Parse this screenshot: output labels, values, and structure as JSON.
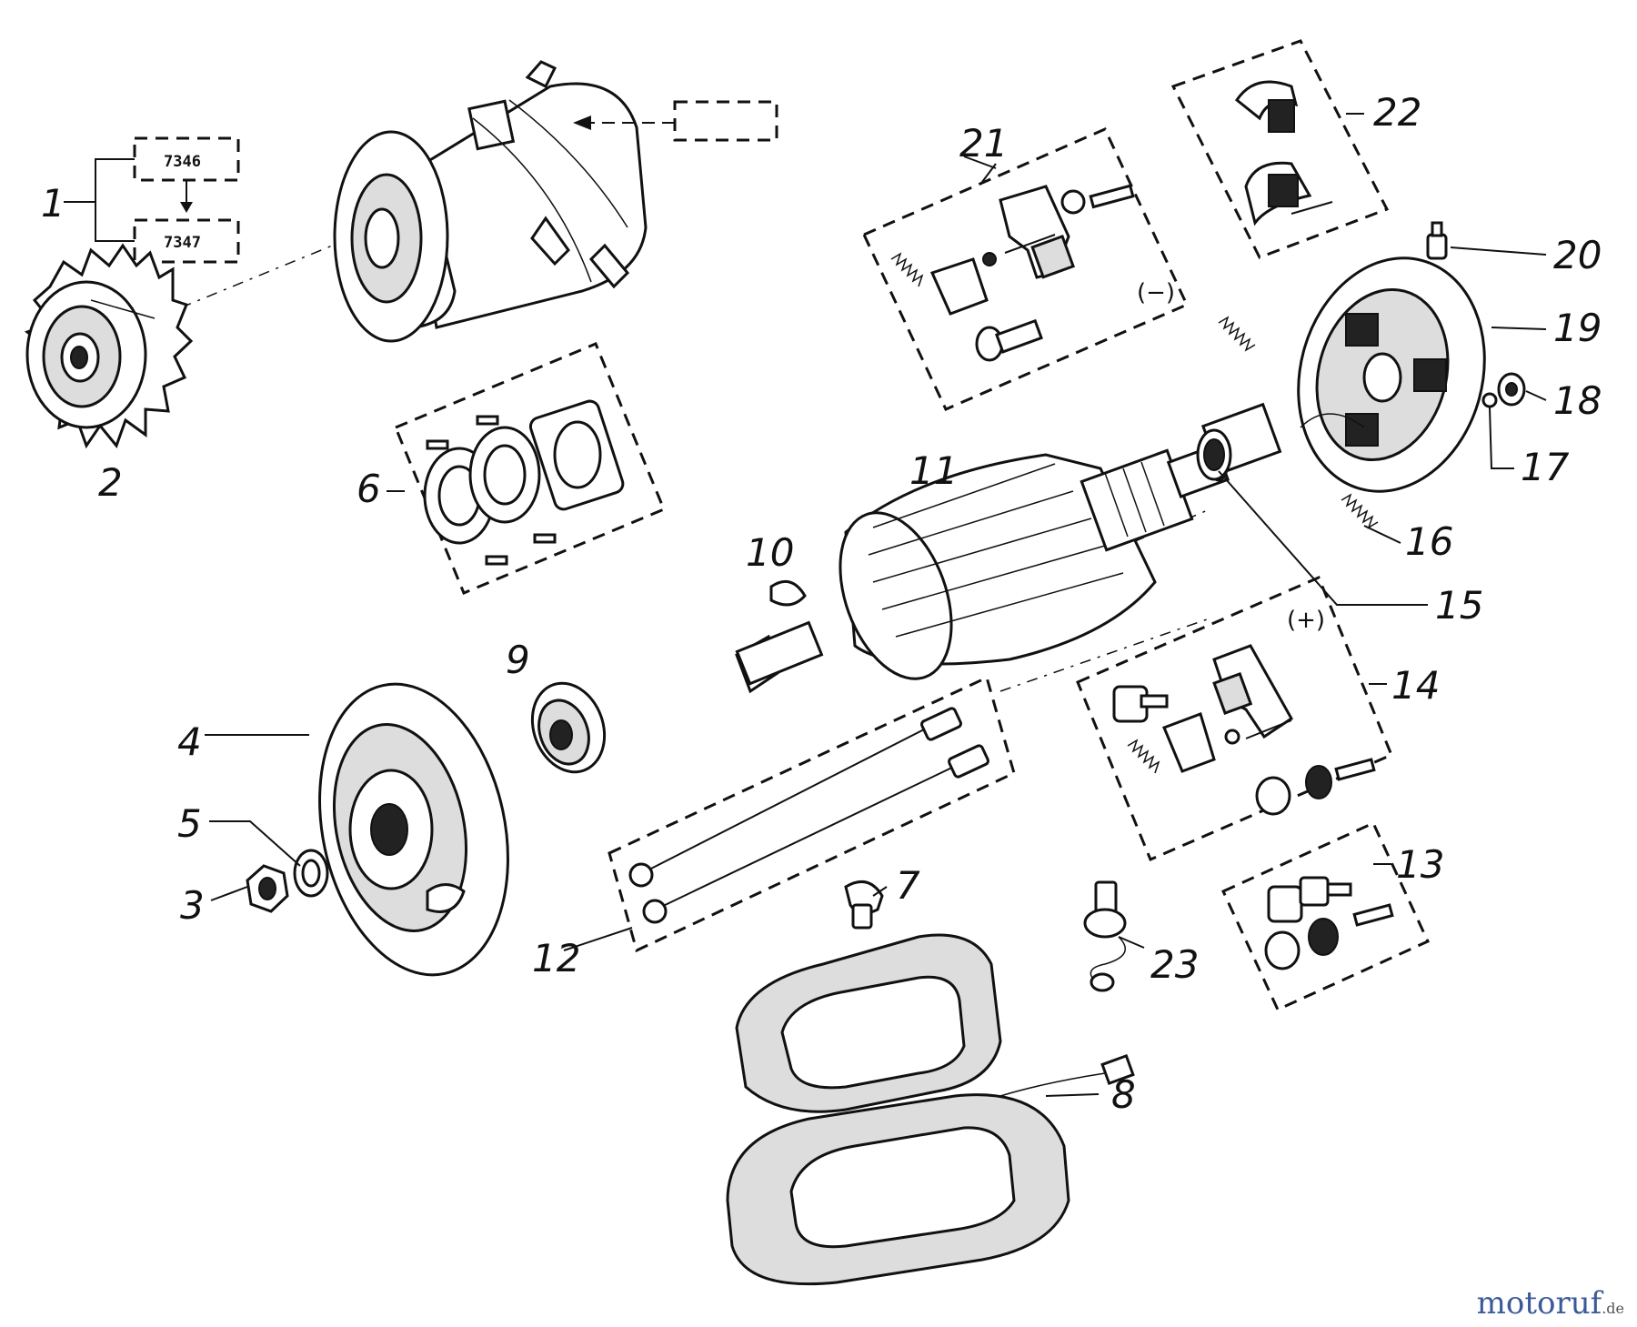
{
  "labels": {
    "l1": "1",
    "l2": "2",
    "l3": "3",
    "l4": "4",
    "l5": "5",
    "l6": "6",
    "l7": "7",
    "l8": "8",
    "l9": "9",
    "l10": "10",
    "l11": "11",
    "l12": "12",
    "l13": "13",
    "l14": "14",
    "l15": "15",
    "l16": "16",
    "l17": "17",
    "l18": "18",
    "l19": "19",
    "l20": "20",
    "l21": "21",
    "l22": "22",
    "l23": "23"
  },
  "codes": {
    "upper": "7346",
    "lower": "7347"
  },
  "polarity": {
    "negative": "(−)",
    "positive": "(+)"
  },
  "brand": {
    "main": "motoruf",
    "suffix": ".de"
  }
}
